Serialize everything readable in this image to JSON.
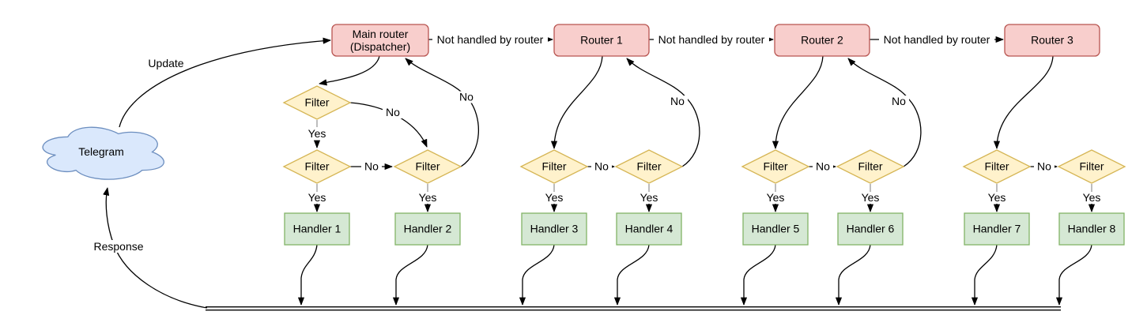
{
  "diagram": {
    "cloud": {
      "label": "Telegram"
    },
    "dispatcher": {
      "line1": "Main router",
      "line2": "(Dispatcher)"
    },
    "routers": [
      {
        "label": "Router 1"
      },
      {
        "label": "Router 2"
      },
      {
        "label": "Router 3"
      }
    ],
    "filters": [
      {
        "label": "Filter"
      },
      {
        "label": "Filter"
      },
      {
        "label": "Filter"
      },
      {
        "label": "Filter"
      },
      {
        "label": "Filter"
      },
      {
        "label": "Filter"
      },
      {
        "label": "Filter"
      },
      {
        "label": "Filter"
      },
      {
        "label": "Filter"
      }
    ],
    "handlers": [
      {
        "label": "Handler 1"
      },
      {
        "label": "Handler 2"
      },
      {
        "label": "Handler 3"
      },
      {
        "label": "Handler 4"
      },
      {
        "label": "Handler 5"
      },
      {
        "label": "Handler 6"
      },
      {
        "label": "Handler 7"
      },
      {
        "label": "Handler 8"
      }
    ],
    "edge_labels": {
      "update": "Update",
      "response": "Response",
      "not_handled": "Not handled by router",
      "yes": "Yes",
      "no": "No"
    },
    "colors": {
      "router_fill": "#f8cecc",
      "router_stroke": "#b85450",
      "filter_fill": "#fff2cc",
      "filter_stroke": "#d6b656",
      "handler_fill": "#d5e8d4",
      "handler_stroke": "#82b366",
      "cloud_fill": "#dae8fc",
      "cloud_stroke": "#6c8ebf",
      "edge": "#000000",
      "yes_stub": "#999999",
      "background": "#ffffff"
    }
  }
}
